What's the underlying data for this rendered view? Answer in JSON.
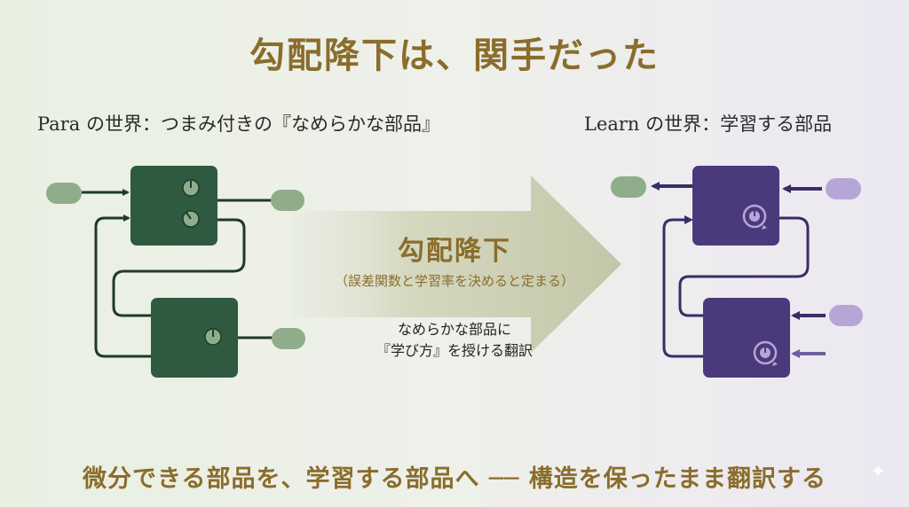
{
  "title": "勾配降下は、関手だった",
  "left_panel": {
    "label": "Para の世界：つまみ付きの『なめらかな部品』",
    "color_box": "#2e5a3f",
    "color_port": "#8fad8a",
    "color_wire": "#1f3a2a"
  },
  "right_panel": {
    "label": "Learn の世界：学習する部品",
    "color_box": "#4a3a7c",
    "color_port": "#b6a6d6",
    "color_wire": "#3a2d66"
  },
  "arrow": {
    "title": "勾配降下",
    "subtitle": "（誤差関数と学習率を決めると定まる）",
    "note_line1": "なめらかな部品に",
    "note_line2": "『学び方』を授ける翻訳",
    "color": "#c9ccb0"
  },
  "bottom_text": "微分できる部品を、学習する部品へ ── 構造を保ったまま翻訳する",
  "icons": {
    "knob": "knob-icon",
    "learning_knob": "circular-arrow-knob-icon",
    "sparkle": "sparkle-icon"
  }
}
